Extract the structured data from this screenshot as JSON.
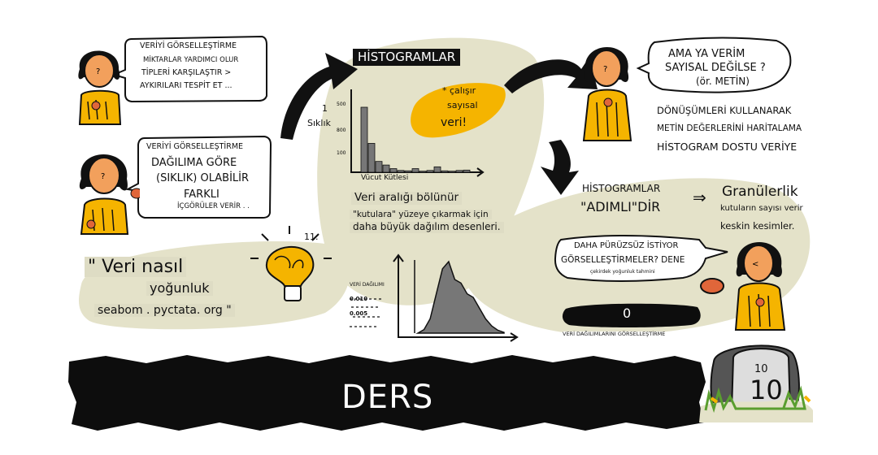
{
  "title_banner": {
    "text": "DERS"
  },
  "lesson_number": {
    "top": "10",
    "big": "10"
  },
  "bubble1": {
    "line1": "VERİYİ GÖRSELLEŞTİRME",
    "line2": "MİKTARLAR YARDIMCI OLUR",
    "line3": "TİPLERİ KARŞILAŞTIR >",
    "line4": "AYKIRILARI TESPİT ET ..."
  },
  "bubble2": {
    "line1": "VERİYİ GÖRSELLEŞTİRME",
    "line2": "DAĞILIMA GÖRE",
    "line3": "(SIKLIK) OLABİLİR",
    "line4": "FARKLI",
    "line5": "İÇGÖRÜLER VERİR . ."
  },
  "quote": {
    "line1": "\" Veri nasıl",
    "line2": "yoğunluk",
    "line3": "seabom . pyctata. org \"",
    "bulb_number": "11."
  },
  "histogram": {
    "heading": "HİSTOGRAMLAR",
    "note1": "* çalışır",
    "note2": "sayısal",
    "note3": "veri!",
    "ylabel_num": "1",
    "ylabel": "Sıklık",
    "xlabel": "Vücut Kütlesi",
    "caption1": "Veri aralığı bölünür",
    "caption2": "\"kutulara\" yüzeye çıkarmak için",
    "caption3": "daha büyük dağılım desenleri.",
    "ticks": [
      "500",
      "800",
      "100"
    ]
  },
  "hist_chart": {
    "values": [
      18,
      8,
      3,
      2,
      1,
      0.5,
      0.4,
      1,
      0.3,
      0.5,
      1.5,
      0.4,
      0.3,
      0.5,
      0.6
    ]
  },
  "density": {
    "ticks": [
      "0.010",
      "0.005"
    ],
    "title": "VERİ DAĞILIMI",
    "levels": [
      0,
      0.05,
      0.2,
      0.55,
      0.9,
      1.0,
      0.75,
      0.7,
      0.55,
      0.5,
      0.35,
      0.2,
      0.1,
      0.04,
      0.01
    ]
  },
  "question": {
    "line1": "AMA YA VERİM",
    "line2": "SAYISAL DEĞİLSE ?",
    "line3": "(ör. METİN)"
  },
  "transform": {
    "line1": "DÖNÜŞÜMLERİ KULLANARAK",
    "line2": "METİN DEĞERLERİNİ HARİTALAMA",
    "line3": "HİSTOGRAM DOSTU VERİYE"
  },
  "stepped": {
    "line1": "HİSTOGRAMLAR",
    "line2": "\"ADIMLI\"DİR",
    "arrow": "⇒",
    "gran": "Granülerlik",
    "gran2": "kutuların sayısı verir",
    "gran3": "keskin kesimler."
  },
  "smoother": {
    "line1": "DAHA PÜRÜZSÜZ İSTİYOR",
    "line2": "GÖRSELLEŞTİRMELER? DENE",
    "line3": "çekirdek yoğunluk tahmini"
  },
  "kde_bar": {
    "value": "0",
    "caption": "VERİ DAĞILIMLARINI GÖRSELLEŞTİRME"
  },
  "colors": {
    "yellow": "#f5b400",
    "blob": "#e4e2c9",
    "banner": "#0d0d0d",
    "chart_gray": "#777777"
  }
}
